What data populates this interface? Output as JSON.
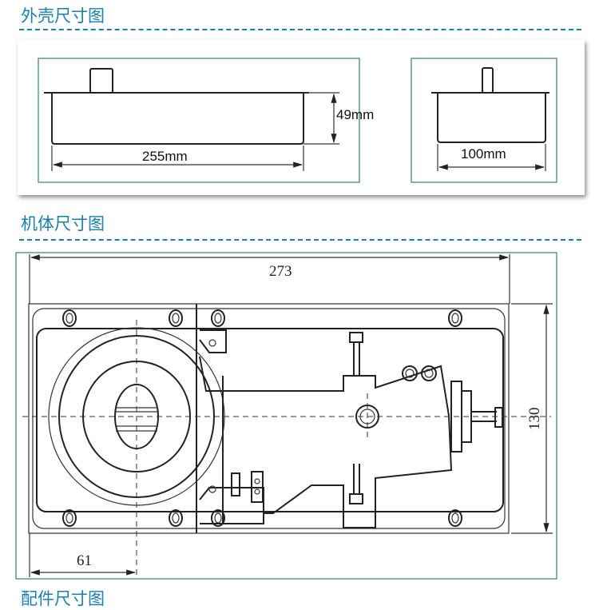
{
  "sections": {
    "shell_title": "外壳尺寸图",
    "body_title": "机体尺寸图",
    "accessory_title": "配件尺寸图"
  },
  "shell": {
    "length_label": "255mm",
    "height_label": "49mm",
    "width_label": "100mm"
  },
  "body": {
    "length_label": "273",
    "width_label": "130",
    "offset_label": "61"
  },
  "colors": {
    "accent": "#1b7fae",
    "frame": "#2f7f80"
  }
}
